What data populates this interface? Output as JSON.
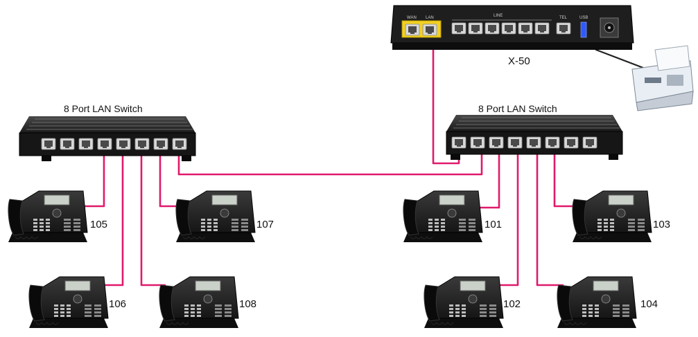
{
  "device": {
    "name": "X-50",
    "ports": {
      "wan": "WAN",
      "lan": "LAN",
      "line": "LINE",
      "tel": "TEL",
      "usb": "USB"
    }
  },
  "switches": {
    "left": {
      "title": "8 Port LAN Switch"
    },
    "right": {
      "title": "8 Port LAN Switch"
    }
  },
  "phones": [
    {
      "ext": "105"
    },
    {
      "ext": "106"
    },
    {
      "ext": "107"
    },
    {
      "ext": "108"
    },
    {
      "ext": "101"
    },
    {
      "ext": "102"
    },
    {
      "ext": "103"
    },
    {
      "ext": "104"
    }
  ],
  "colors": {
    "cable": "#e0196c",
    "device_body": "#1c1c1c",
    "port_highlight": "#f2d024"
  }
}
